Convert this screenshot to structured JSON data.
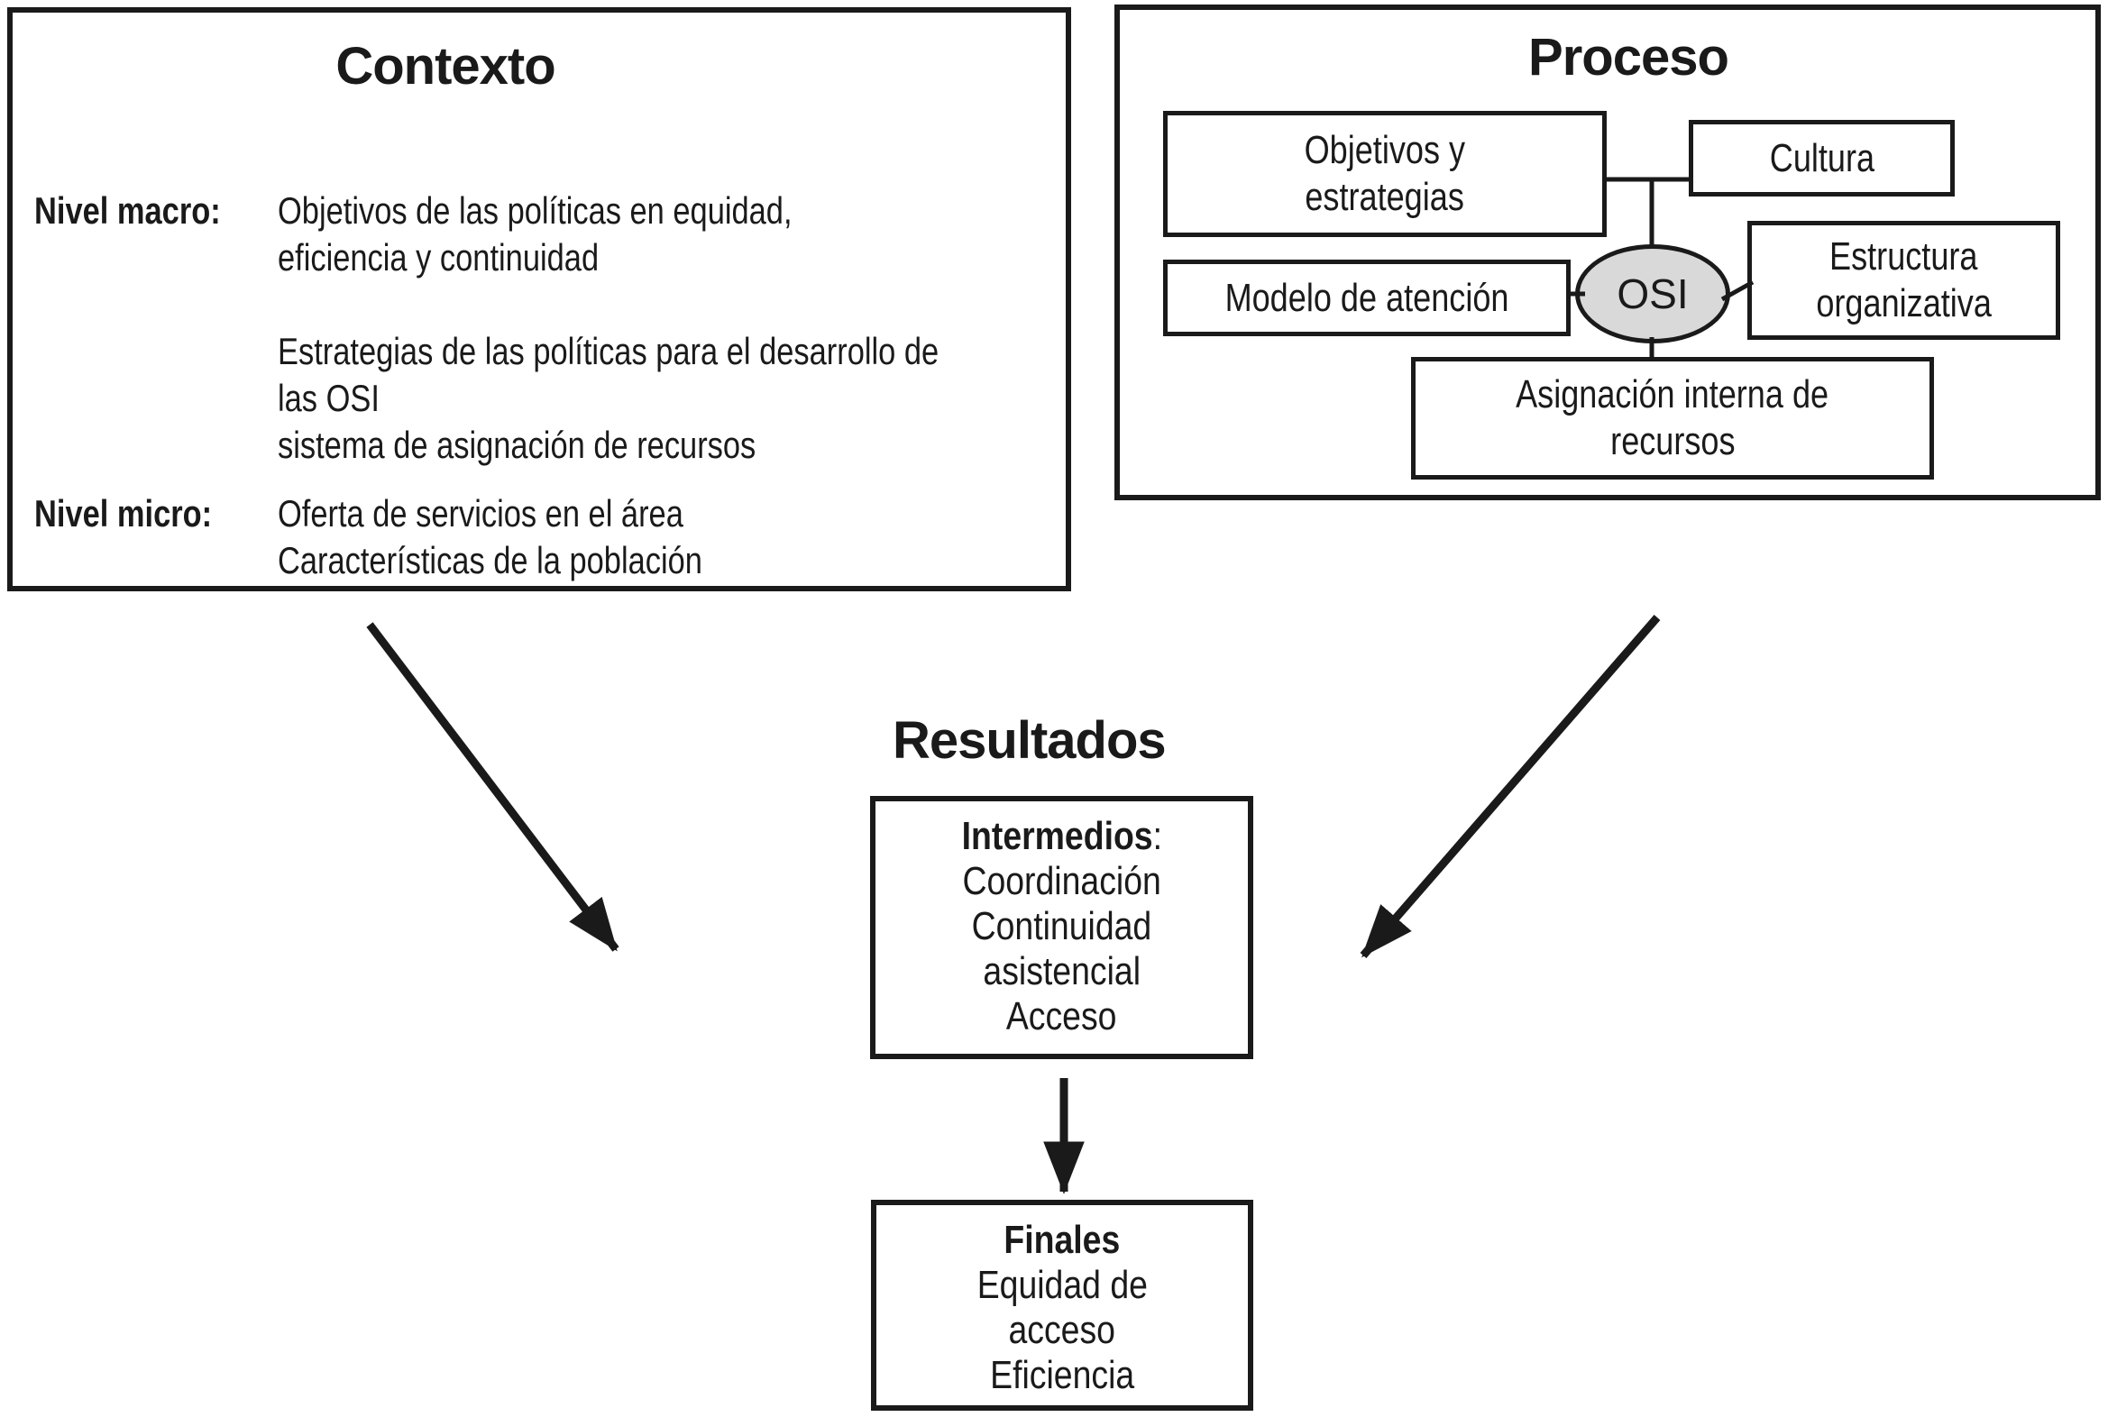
{
  "colors": {
    "ink": "#1a1a1a",
    "ellipse_fill": "#d9d9d9",
    "background": "#ffffff"
  },
  "contexto": {
    "title": "Contexto",
    "macro_label": "Nivel macro:",
    "macro_lines": [
      "Objetivos de las políticas en equidad,",
      "eficiencia y continuidad",
      "",
      "Estrategias de las políticas para el desarrollo de",
      "las OSI",
      "sistema de asignación de recursos"
    ],
    "micro_label": "Nivel micro:",
    "micro_lines": [
      "Oferta de servicios en el área",
      "Características de la población"
    ]
  },
  "proceso": {
    "title": "Proceso",
    "objetivos": {
      "line1": "Objetivos y",
      "line2": "estrategias"
    },
    "cultura": "Cultura",
    "modelo": "Modelo de atención",
    "osi": "OSI",
    "estructura": {
      "line1": "Estructura",
      "line2": "organizativa"
    },
    "asignacion": {
      "line1": "Asignación interna de",
      "line2": "recursos"
    }
  },
  "resultados": {
    "title": "Resultados",
    "intermedios": {
      "heading": "Intermedios",
      "colon": ":",
      "lines": [
        "Coordinación",
        "Continuidad",
        "asistencial",
        "Acceso"
      ]
    },
    "finales": {
      "heading": "Finales",
      "lines": [
        "Equidad de",
        "acceso",
        "Eficiencia"
      ]
    }
  }
}
